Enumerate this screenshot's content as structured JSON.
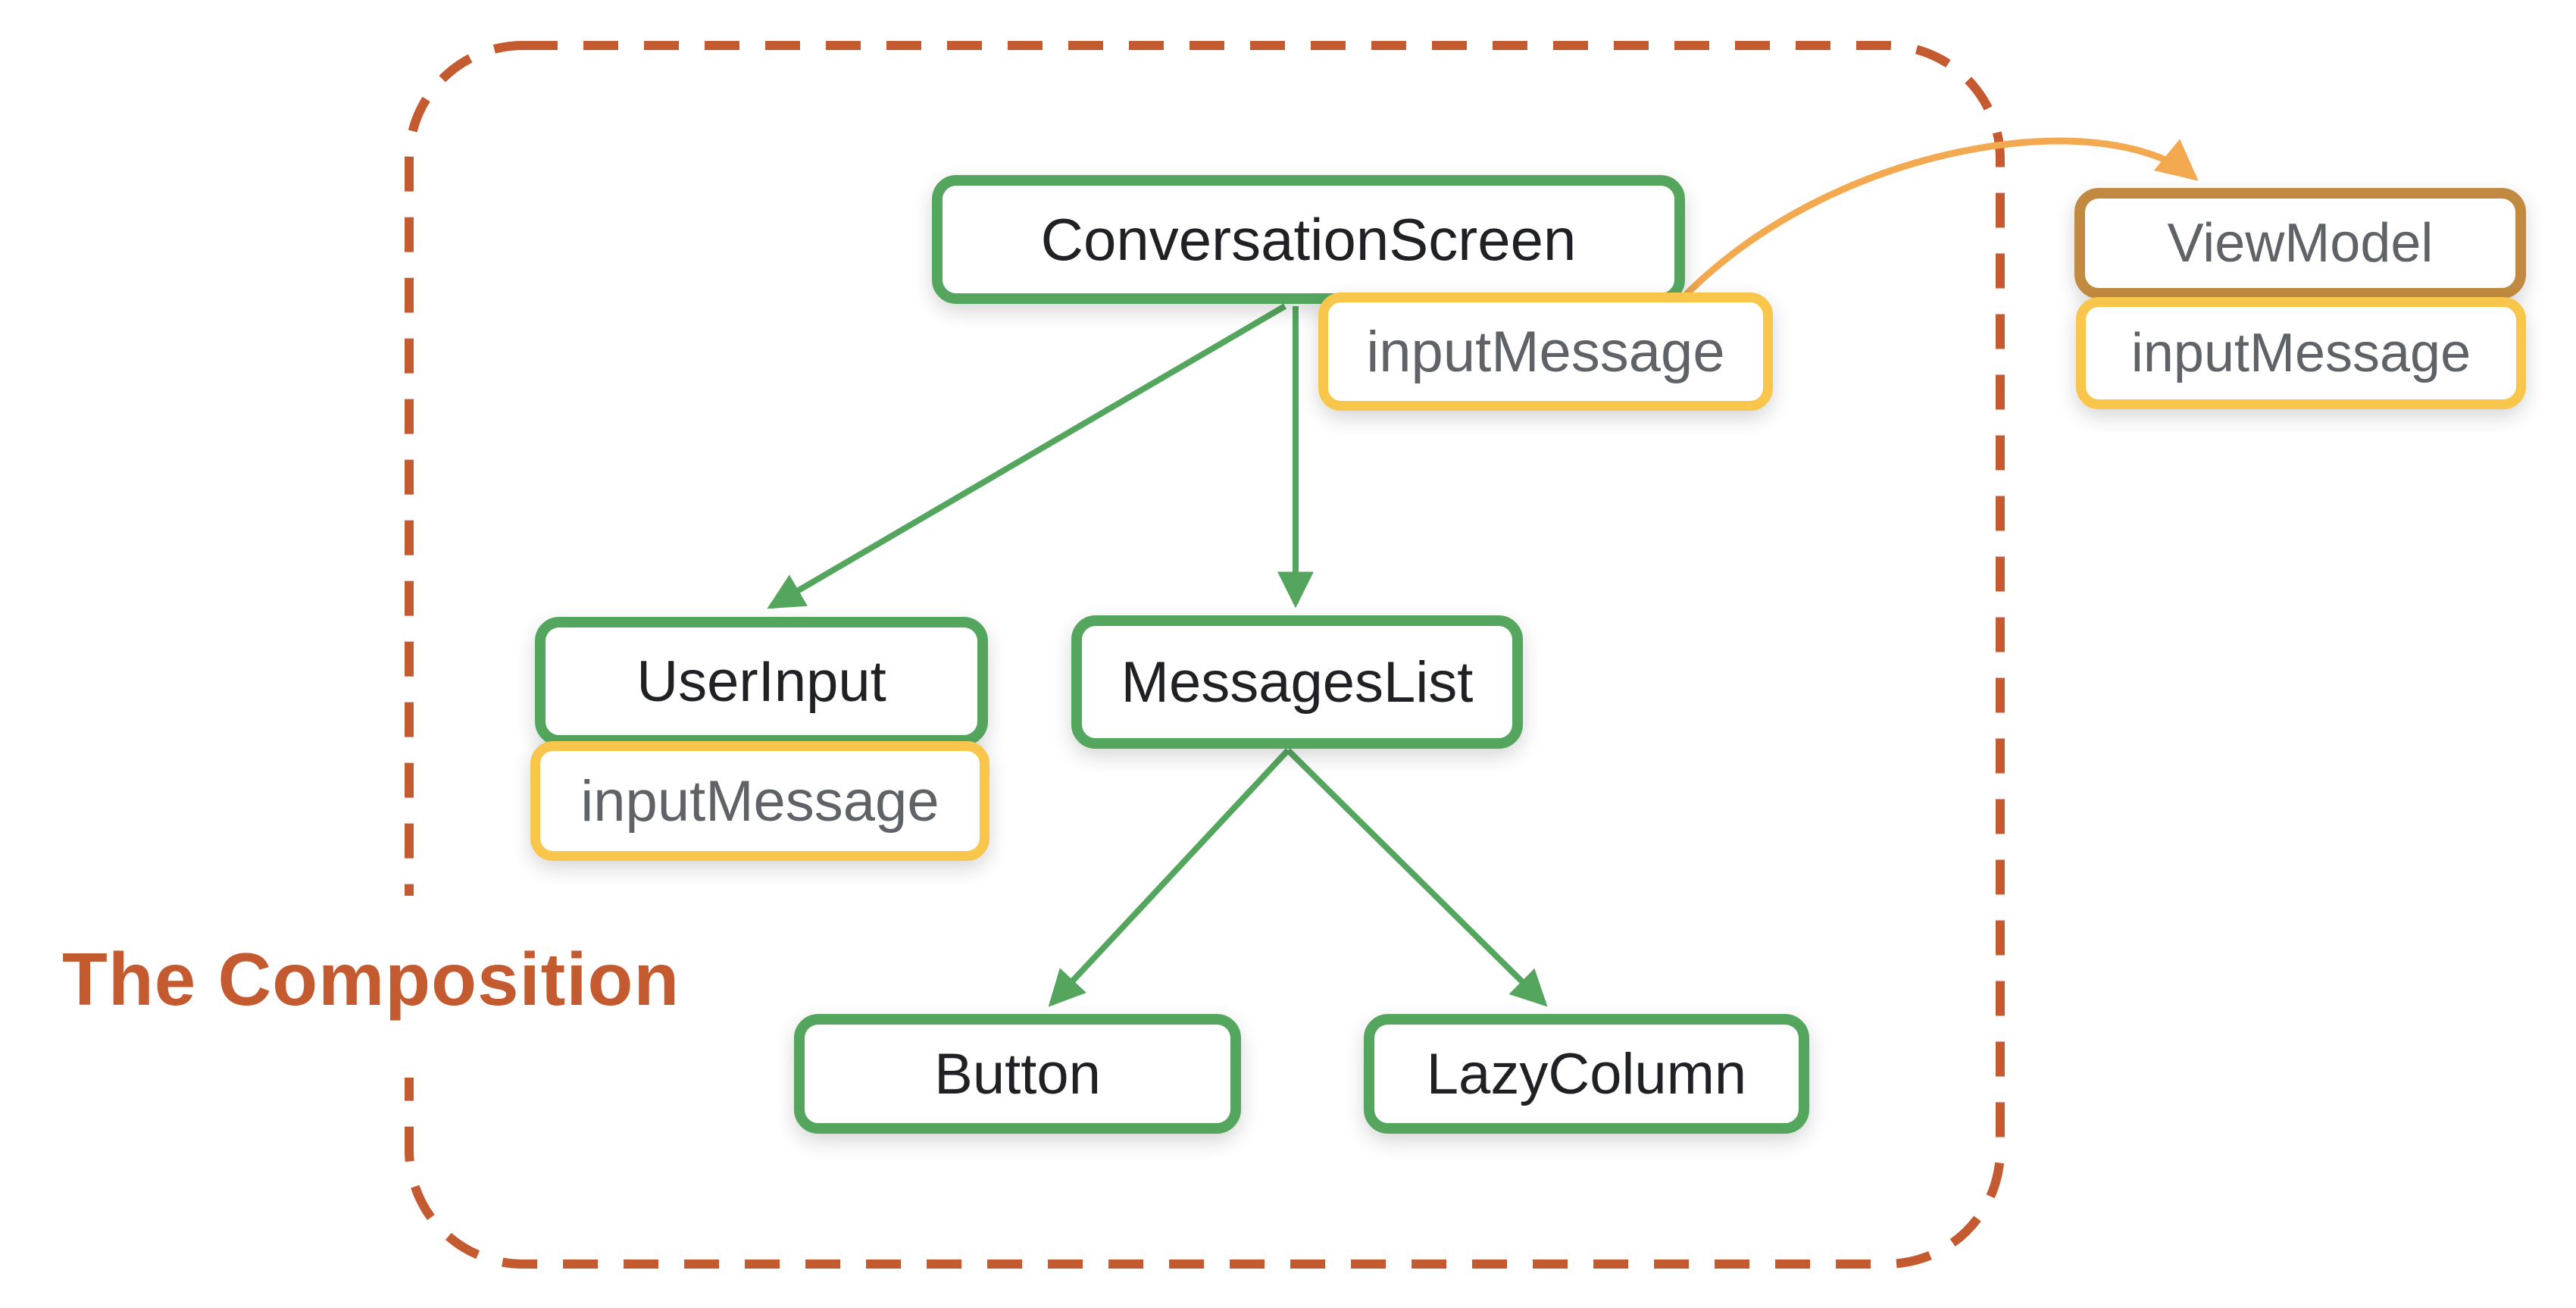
{
  "title": {
    "label": "The Composition",
    "color": "#C45A30"
  },
  "boundary": {
    "style": "dashed-rounded-rect",
    "color": "#C45A30",
    "encloses": [
      "ConversationScreen",
      "UserInput",
      "MessagesList",
      "Button",
      "LazyColumn"
    ]
  },
  "nodes": {
    "conversation_screen": {
      "label": "ConversationScreen",
      "border_color": "#54A65E",
      "text_color": "#202124"
    },
    "conversation_screen_state": {
      "label": "inputMessage",
      "border_color": "#F7C64A",
      "text_color": "#5F6368"
    },
    "user_input": {
      "label": "UserInput",
      "border_color": "#54A65E",
      "text_color": "#202124"
    },
    "user_input_state": {
      "label": "inputMessage",
      "border_color": "#F7C64A",
      "text_color": "#5F6368"
    },
    "messages_list": {
      "label": "MessagesList",
      "border_color": "#54A65E",
      "text_color": "#202124"
    },
    "button": {
      "label": "Button",
      "border_color": "#54A65E",
      "text_color": "#202124"
    },
    "lazy_column": {
      "label": "LazyColumn",
      "border_color": "#54A65E",
      "text_color": "#202124"
    },
    "view_model": {
      "label": "ViewModel",
      "border_color": "#C18A40",
      "text_color": "#5F6368"
    },
    "view_model_state": {
      "label": "inputMessage",
      "border_color": "#F7C64A",
      "text_color": "#5F6368"
    }
  },
  "edges": [
    {
      "from": "ConversationScreen",
      "to": "UserInput",
      "color": "#54A65E",
      "style": "straight-arrow"
    },
    {
      "from": "ConversationScreen",
      "to": "MessagesList",
      "color": "#54A65E",
      "style": "straight-arrow"
    },
    {
      "from": "MessagesList",
      "to": "Button",
      "color": "#54A65E",
      "style": "straight-arrow"
    },
    {
      "from": "MessagesList",
      "to": "LazyColumn",
      "color": "#54A65E",
      "style": "straight-arrow"
    },
    {
      "from": "ConversationScreen",
      "to": "ViewModel",
      "color": "#F2A950",
      "style": "curved-arrow"
    }
  ]
}
